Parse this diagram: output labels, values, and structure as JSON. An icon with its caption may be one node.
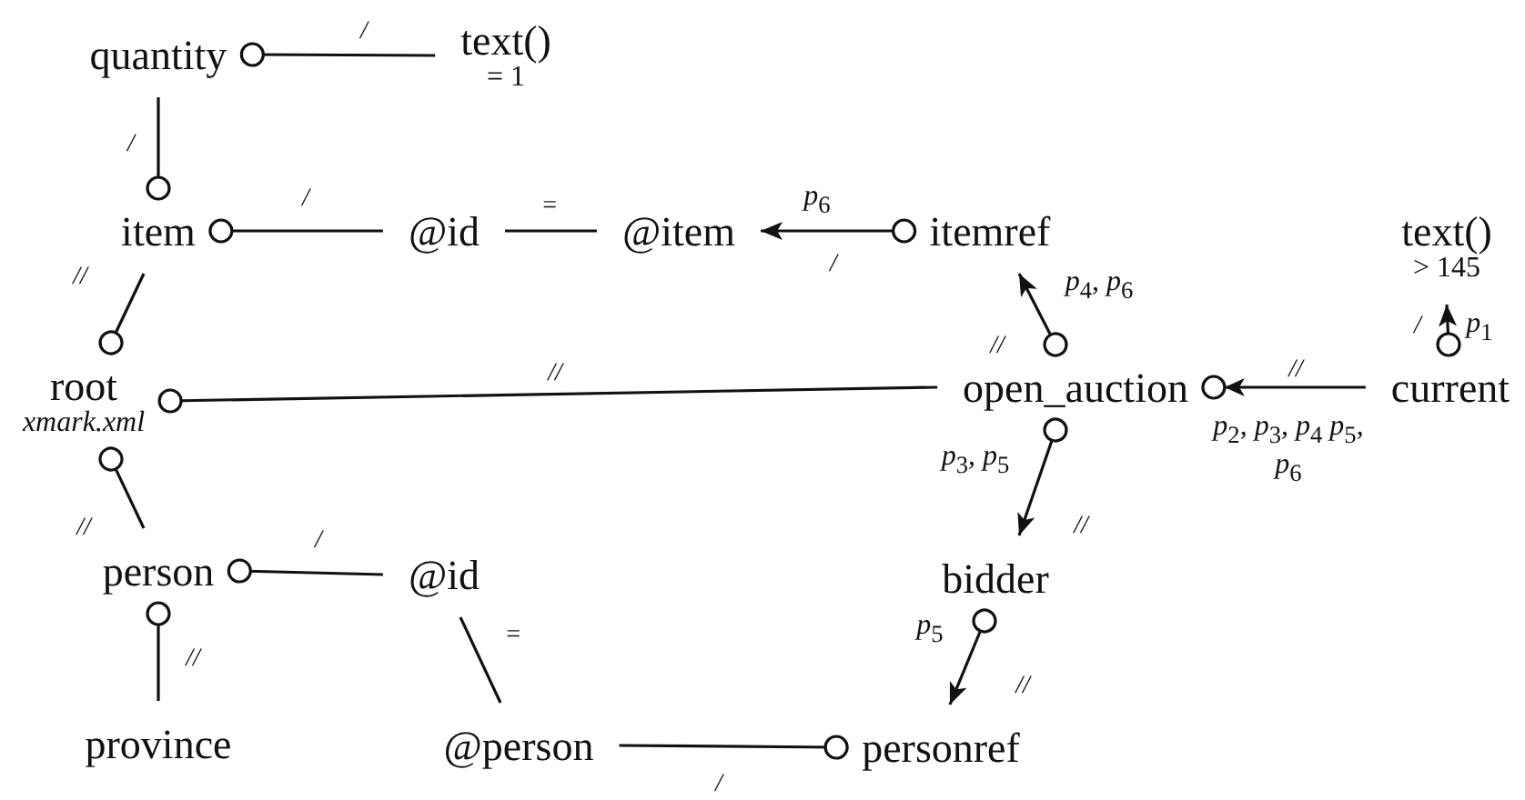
{
  "diagram": {
    "nodes": [
      {
        "text": [
          "quantity"
        ]
      },
      {
        "text": [
          "text()",
          "= 1"
        ]
      },
      {
        "text": [
          "item"
        ]
      },
      {
        "text": [
          "@id"
        ]
      },
      {
        "text": [
          "@item"
        ]
      },
      {
        "text": [
          "itemref"
        ]
      },
      {
        "text": [
          "text()",
          "> 145"
        ]
      },
      {
        "text": [
          "root",
          "xmark.xml"
        ]
      },
      {
        "text": [
          "open_auction"
        ]
      },
      {
        "text": [
          "current"
        ]
      },
      {
        "text": [
          "person"
        ]
      },
      {
        "text": [
          "@id"
        ]
      },
      {
        "text": [
          "bidder"
        ]
      },
      {
        "text": [
          "province"
        ]
      },
      {
        "text": [
          "@person"
        ]
      },
      {
        "text": [
          "personref"
        ]
      }
    ],
    "edges": [
      {
        "from": 0,
        "to": 1,
        "arrow": "other",
        "label": "/"
      },
      {
        "from": 2,
        "to": 0,
        "arrow": "other",
        "label": "/"
      },
      {
        "from": 2,
        "to": 3,
        "arrow": "other",
        "label": "/"
      },
      {
        "from": 3,
        "to": 4,
        "arrow": "none",
        "label": "="
      },
      {
        "from": 5,
        "to": 4,
        "arrow": "to",
        "label": "/"
      },
      {
        "from": 7,
        "to": 2,
        "arrow": "other",
        "label": "//"
      },
      {
        "from": 7,
        "to": 8,
        "arrow": "other",
        "label": "//"
      },
      {
        "from": 8,
        "to": 5,
        "arrow": "to",
        "label": "//"
      },
      {
        "from": 9,
        "to": 8,
        "arrow": "to",
        "label": "//"
      },
      {
        "from": 9,
        "to": 6,
        "arrow": "to",
        "label": "/"
      },
      {
        "from": 8,
        "to": 12,
        "arrow": "to",
        "label": "//"
      },
      {
        "from": 7,
        "to": 10,
        "arrow": "other",
        "label": "//"
      },
      {
        "from": 10,
        "to": 11,
        "arrow": "other",
        "label": "/"
      },
      {
        "from": 10,
        "to": 13,
        "arrow": "other",
        "label": "//"
      },
      {
        "from": 11,
        "to": 14,
        "arrow": "none",
        "label": "="
      },
      {
        "from": 12,
        "to": 15,
        "arrow": "to",
        "label": "//"
      },
      {
        "from": 15,
        "to": 14,
        "arrow": "other",
        "label": "/"
      }
    ],
    "labels": [
      "*p*$_{6}$",
      "*p*$_{4}$, *p*$_{6}$",
      "*p*$_{1}$",
      "*p*$_{2}$, *p*$_{3}$, *p*$_{4}$ *p*$_{5}$, *p*$_{6}$",
      "*p*$_{3}$, *p*$_{5}$",
      "*p*$_{5}$"
    ]
  }
}
